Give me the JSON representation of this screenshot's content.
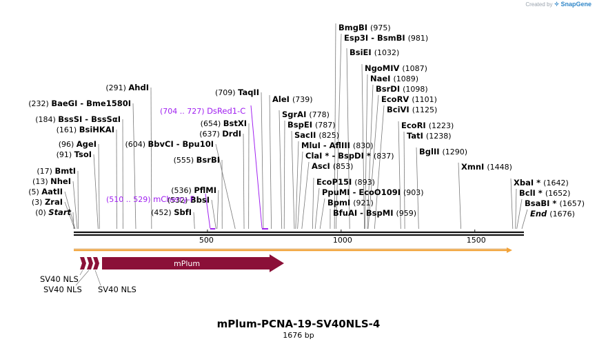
{
  "credit": {
    "created_by": "Created by",
    "brand": "SnapGene"
  },
  "map": {
    "title": "mPlum-PCNA-19-SV40NLS-4",
    "length_label": "1676 bp",
    "sequence_length": 1676,
    "ticks": [
      "500",
      "1000",
      "1500"
    ],
    "tick_values": [
      500,
      1000,
      1500
    ],
    "colors": {
      "backbone": "#111111",
      "primer_arrow": "#f2a33a",
      "feature": "#8b1038",
      "primer_text": "#a020f0"
    }
  },
  "left_labels": [
    {
      "pos": "(0)",
      "name": "Start",
      "site": 0,
      "italic": true
    },
    {
      "pos": "(3)",
      "name": "ZraI",
      "site": 3
    },
    {
      "pos": "(5)",
      "name": "AatII",
      "site": 5
    },
    {
      "pos": "(13)",
      "name": "NheI",
      "site": 13
    },
    {
      "pos": "(17)",
      "name": "BmtI",
      "site": 17
    },
    {
      "pos": "(91)",
      "name": "TsoI",
      "site": 91
    },
    {
      "pos": "(96)",
      "name": "AgeI",
      "site": 96
    },
    {
      "pos": "(161)",
      "name": "BsiHKAI",
      "site": 161
    },
    {
      "pos": "(184)",
      "name": "BssSI  -  BssSαI",
      "site": 184
    },
    {
      "pos": "(232)",
      "name": "BaeGI  -  Bme1580I",
      "site": 232
    },
    {
      "pos": "(291)",
      "name": "AhdI",
      "site": 291
    },
    {
      "pos": "(452)",
      "name": "SbfI",
      "site": 452
    },
    {
      "pos": "(532)",
      "name": "BbsI",
      "site": 532
    },
    {
      "pos": "(536)",
      "name": "PflMI",
      "site": 536
    },
    {
      "pos": "(555)",
      "name": "BsrBI",
      "site": 555
    },
    {
      "pos": "(604)",
      "name": "BbvCI  -  Bpu10I",
      "site": 604
    },
    {
      "pos": "(637)",
      "name": "DrdI",
      "site": 637
    },
    {
      "pos": "(654)",
      "name": "BstXI",
      "site": 654
    },
    {
      "pos": "(709)",
      "name": "TaqII",
      "site": 709
    }
  ],
  "right_labels": [
    {
      "name": "AleI",
      "pos": "(739)",
      "site": 739
    },
    {
      "name": "SgrAI",
      "pos": "(778)",
      "site": 778
    },
    {
      "name": "BspEI",
      "pos": "(787)",
      "site": 787
    },
    {
      "name": "SacII",
      "pos": "(825)",
      "site": 825
    },
    {
      "name": "MluI  -  AflIII",
      "pos": "(830)",
      "site": 830
    },
    {
      "name": "ClaI *  -  BspDI *",
      "pos": "(837)",
      "site": 837
    },
    {
      "name": "AscI",
      "pos": "(853)",
      "site": 853
    },
    {
      "name": "EcoP15I",
      "pos": "(893)",
      "site": 893
    },
    {
      "name": "PpuMI  -  EcoO109I",
      "pos": "(903)",
      "site": 903
    },
    {
      "name": "BpmI",
      "pos": "(921)",
      "site": 921
    },
    {
      "name": "BfuAI  -  BspMI",
      "pos": "(959)",
      "site": 959
    },
    {
      "name": "BmgBI",
      "pos": "(975)",
      "site": 975
    },
    {
      "name": "Esp3I  -  BsmBI",
      "pos": "(981)",
      "site": 981
    },
    {
      "name": "BsiEI",
      "pos": "(1032)",
      "site": 1032
    },
    {
      "name": "NgoMIV",
      "pos": "(1087)",
      "site": 1087
    },
    {
      "name": "NaeI",
      "pos": "(1089)",
      "site": 1089
    },
    {
      "name": "BsrDI",
      "pos": "(1098)",
      "site": 1098
    },
    {
      "name": "EcoRV",
      "pos": "(1101)",
      "site": 1101
    },
    {
      "name": "BciVI",
      "pos": "(1125)",
      "site": 1125
    },
    {
      "name": "EcoRI",
      "pos": "(1223)",
      "site": 1223
    },
    {
      "name": "TatI",
      "pos": "(1238)",
      "site": 1238
    },
    {
      "name": "BglII",
      "pos": "(1290)",
      "site": 1290
    },
    {
      "name": "XmnI",
      "pos": "(1448)",
      "site": 1448
    },
    {
      "name": "XbaI *",
      "pos": "(1642)",
      "site": 1642
    },
    {
      "name": "BclI *",
      "pos": "(1652)",
      "site": 1652
    },
    {
      "name": "BsaBI *",
      "pos": "(1657)",
      "site": 1657
    },
    {
      "name": "End",
      "pos": "(1676)",
      "site": 1676,
      "italic": true
    }
  ],
  "primers": [
    {
      "range": "(510 .. 529)",
      "name": "mCherry-F",
      "start": 510,
      "end": 529
    },
    {
      "range": "(704 .. 727)",
      "name": "DsRed1-C",
      "start": 704,
      "end": 727
    }
  ],
  "features": [
    {
      "name": "mPlum",
      "type": "CDS"
    },
    {
      "name": "SV40 NLS",
      "type": "NLS"
    },
    {
      "name": "SV40 NLS",
      "type": "NLS"
    },
    {
      "name": "SV40 NLS",
      "type": "NLS"
    }
  ]
}
